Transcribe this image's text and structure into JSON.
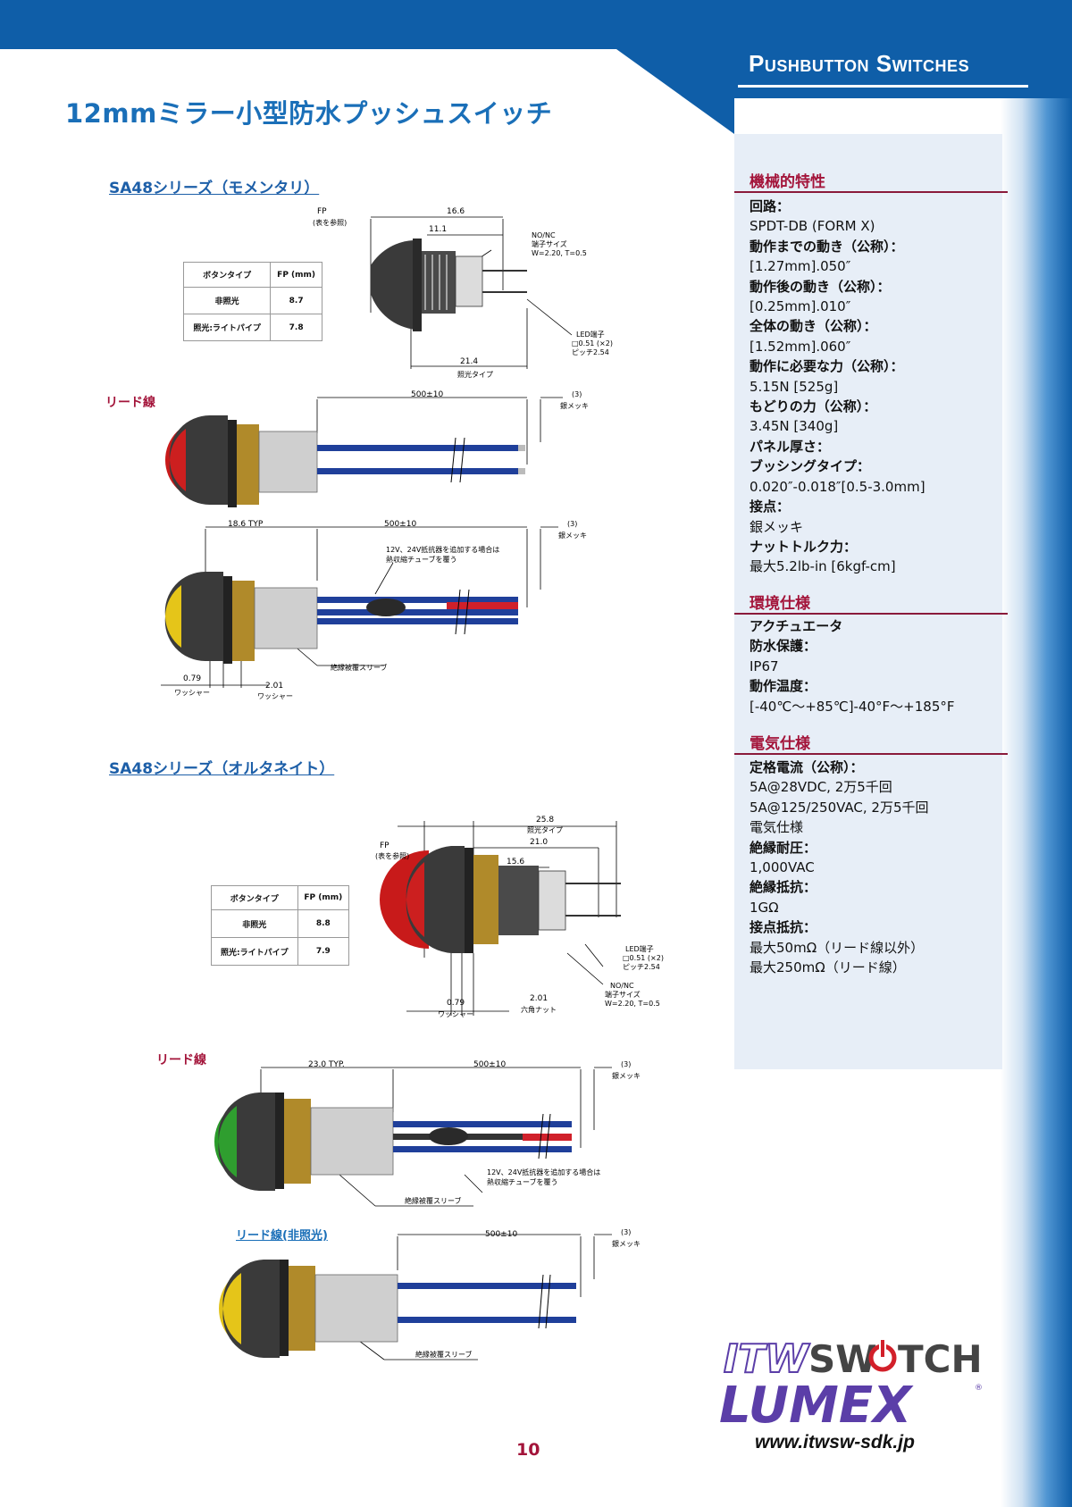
{
  "header": {
    "category": "Pushbutton Switches"
  },
  "page_title": "12mmミラー小型防水プッシュスイッチ",
  "momentary": {
    "heading": "SA48シリーズ（モメンタリ）",
    "table": {
      "headers": [
        "ボタンタイプ",
        "FP (mm)"
      ],
      "rows": [
        [
          "非照光",
          "8.7"
        ],
        [
          "照光:ライトパイプ",
          "7.8"
        ]
      ]
    },
    "dims": {
      "fp": "FP",
      "fp_note": "(表を参照)",
      "d_overall": "16.6",
      "d_body": "11.1",
      "terminal": "NO/NC",
      "terminal_size": "端子サイズ",
      "terminal_wt": "W=2.20, T=0.5",
      "led": "LED端子",
      "led_size": "□0.51 (×2)",
      "led_pitch": "ピッチ2.54",
      "d_lit": "21.4",
      "lit_type": "照光タイプ"
    },
    "lead_label": "リード線",
    "lead1": {
      "len": "500±10",
      "tip": "(3)",
      "plating": "銀メッキ"
    },
    "lead2": {
      "typ": "18.6 TYP",
      "len": "500±10",
      "tip": "(3)",
      "plating": "銀メッキ",
      "resistor_note1": "12V、24V抵抗器を追加する場合は",
      "resistor_note2": "熱収縮チューブを覆う",
      "sleeve": "絶縁被覆スリーブ",
      "washer_d": "0.79",
      "washer": "ワッシャー",
      "washer2_d": "2.01",
      "washer2": "ワッシャー"
    }
  },
  "alternate": {
    "heading": "SA48シリーズ（オルタネイト）",
    "table": {
      "headers": [
        "ボタンタイプ",
        "FP (mm)"
      ],
      "rows": [
        [
          "非照光",
          "8.8"
        ],
        [
          "照光:ライトパイプ",
          "7.9"
        ]
      ]
    },
    "dims": {
      "fp": "FP",
      "fp_note": "(表を参照)",
      "d_overall": "25.8",
      "lit_type": "照光タイプ",
      "d_mid": "21.0",
      "d_body": "15.6",
      "led": "LED端子",
      "led_size": "□0.51 (×2)",
      "led_pitch": "ピッチ2.54",
      "terminal": "NO/NC",
      "terminal_size": "端子サイズ",
      "terminal_wt": "W=2.20, T=0.5",
      "washer_d": "0.79",
      "washer": "ワッシャー",
      "nut_d": "2.01",
      "nut": "六角ナット"
    },
    "lead_label": "リード線",
    "lead1": {
      "typ": "23.0 TYP.",
      "len": "500±10",
      "tip": "(3)",
      "plating": "銀メッキ",
      "resistor_note1": "12V、24V抵抗器を追加する場合は",
      "resistor_note2": "熱収縮チューブを覆う",
      "sleeve": "絶縁被覆スリーブ"
    },
    "lead_unlit_label": "リード線(非照光)",
    "lead2": {
      "len": "500±10",
      "tip": "(3)",
      "plating": "銀メッキ",
      "sleeve": "絶縁被覆スリーブ"
    }
  },
  "specs": {
    "mechanical": {
      "title": "機械的特性",
      "items": [
        {
          "k": "回路：",
          "v": "SPDT-DB (FORM X)"
        },
        {
          "k": "動作までの動き（公称）：",
          "v": "[1.27mm].050″"
        },
        {
          "k": "動作後の動き（公称）：",
          "v": "[0.25mm].010″"
        },
        {
          "k": "全体の動き（公称）：",
          "v": "[1.52mm].060″"
        },
        {
          "k": "動作に必要な力（公称）：",
          "v": "5.15N [525g]"
        },
        {
          "k": "もどりの力（公称）：",
          "v": "3.45N [340g]"
        },
        {
          "k": "パネル厚さ：",
          "v": ""
        },
        {
          "k": "ブッシングタイプ：",
          "v": "0.020″-0.018″[0.5-3.0mm]"
        },
        {
          "k": "接点：",
          "v": "銀メッキ"
        },
        {
          "k": "ナットトルク力：",
          "v": "最大5.2lb-in [6kgf-cm]"
        }
      ]
    },
    "environmental": {
      "title": "環境仕様",
      "items": [
        {
          "k": "アクチュエータ",
          "v": ""
        },
        {
          "k": "防水保護：",
          "v": "IP67"
        },
        {
          "k": "動作温度：",
          "v": "[-40℃～+85℃]-40°F～+185°F"
        }
      ]
    },
    "electrical": {
      "title": "電気仕様",
      "items": [
        {
          "k": "定格電流（公称）：",
          "v": "5A@28VDC, 2万5千回"
        },
        {
          "k": "",
          "v": "5A@125/250VAC, 2万5千回"
        },
        {
          "k": "",
          "v": "電気仕様"
        },
        {
          "k": "絶縁耐圧：",
          "v": "1,000VAC"
        },
        {
          "k": "絶縁抵抗：",
          "v": "1GΩ"
        },
        {
          "k": "接点抵抗：",
          "v": "最大50mΩ（リード線以外）"
        },
        {
          "k": "",
          "v": "最大250mΩ（リード線）"
        }
      ]
    }
  },
  "logo": {
    "line1_a": "ITW",
    "line1_b": "SW",
    "line1_c": "TCH",
    "line2": "LUMEX",
    "reg": "®"
  },
  "footer": {
    "url": "www.itwsw-sdk.jp",
    "page_number": "10"
  },
  "colors": {
    "header_blue": "#0f5ea8",
    "title_blue": "#1a6fb8",
    "accent_red": "#a3143a",
    "logo_purple": "#5b3ea8"
  }
}
